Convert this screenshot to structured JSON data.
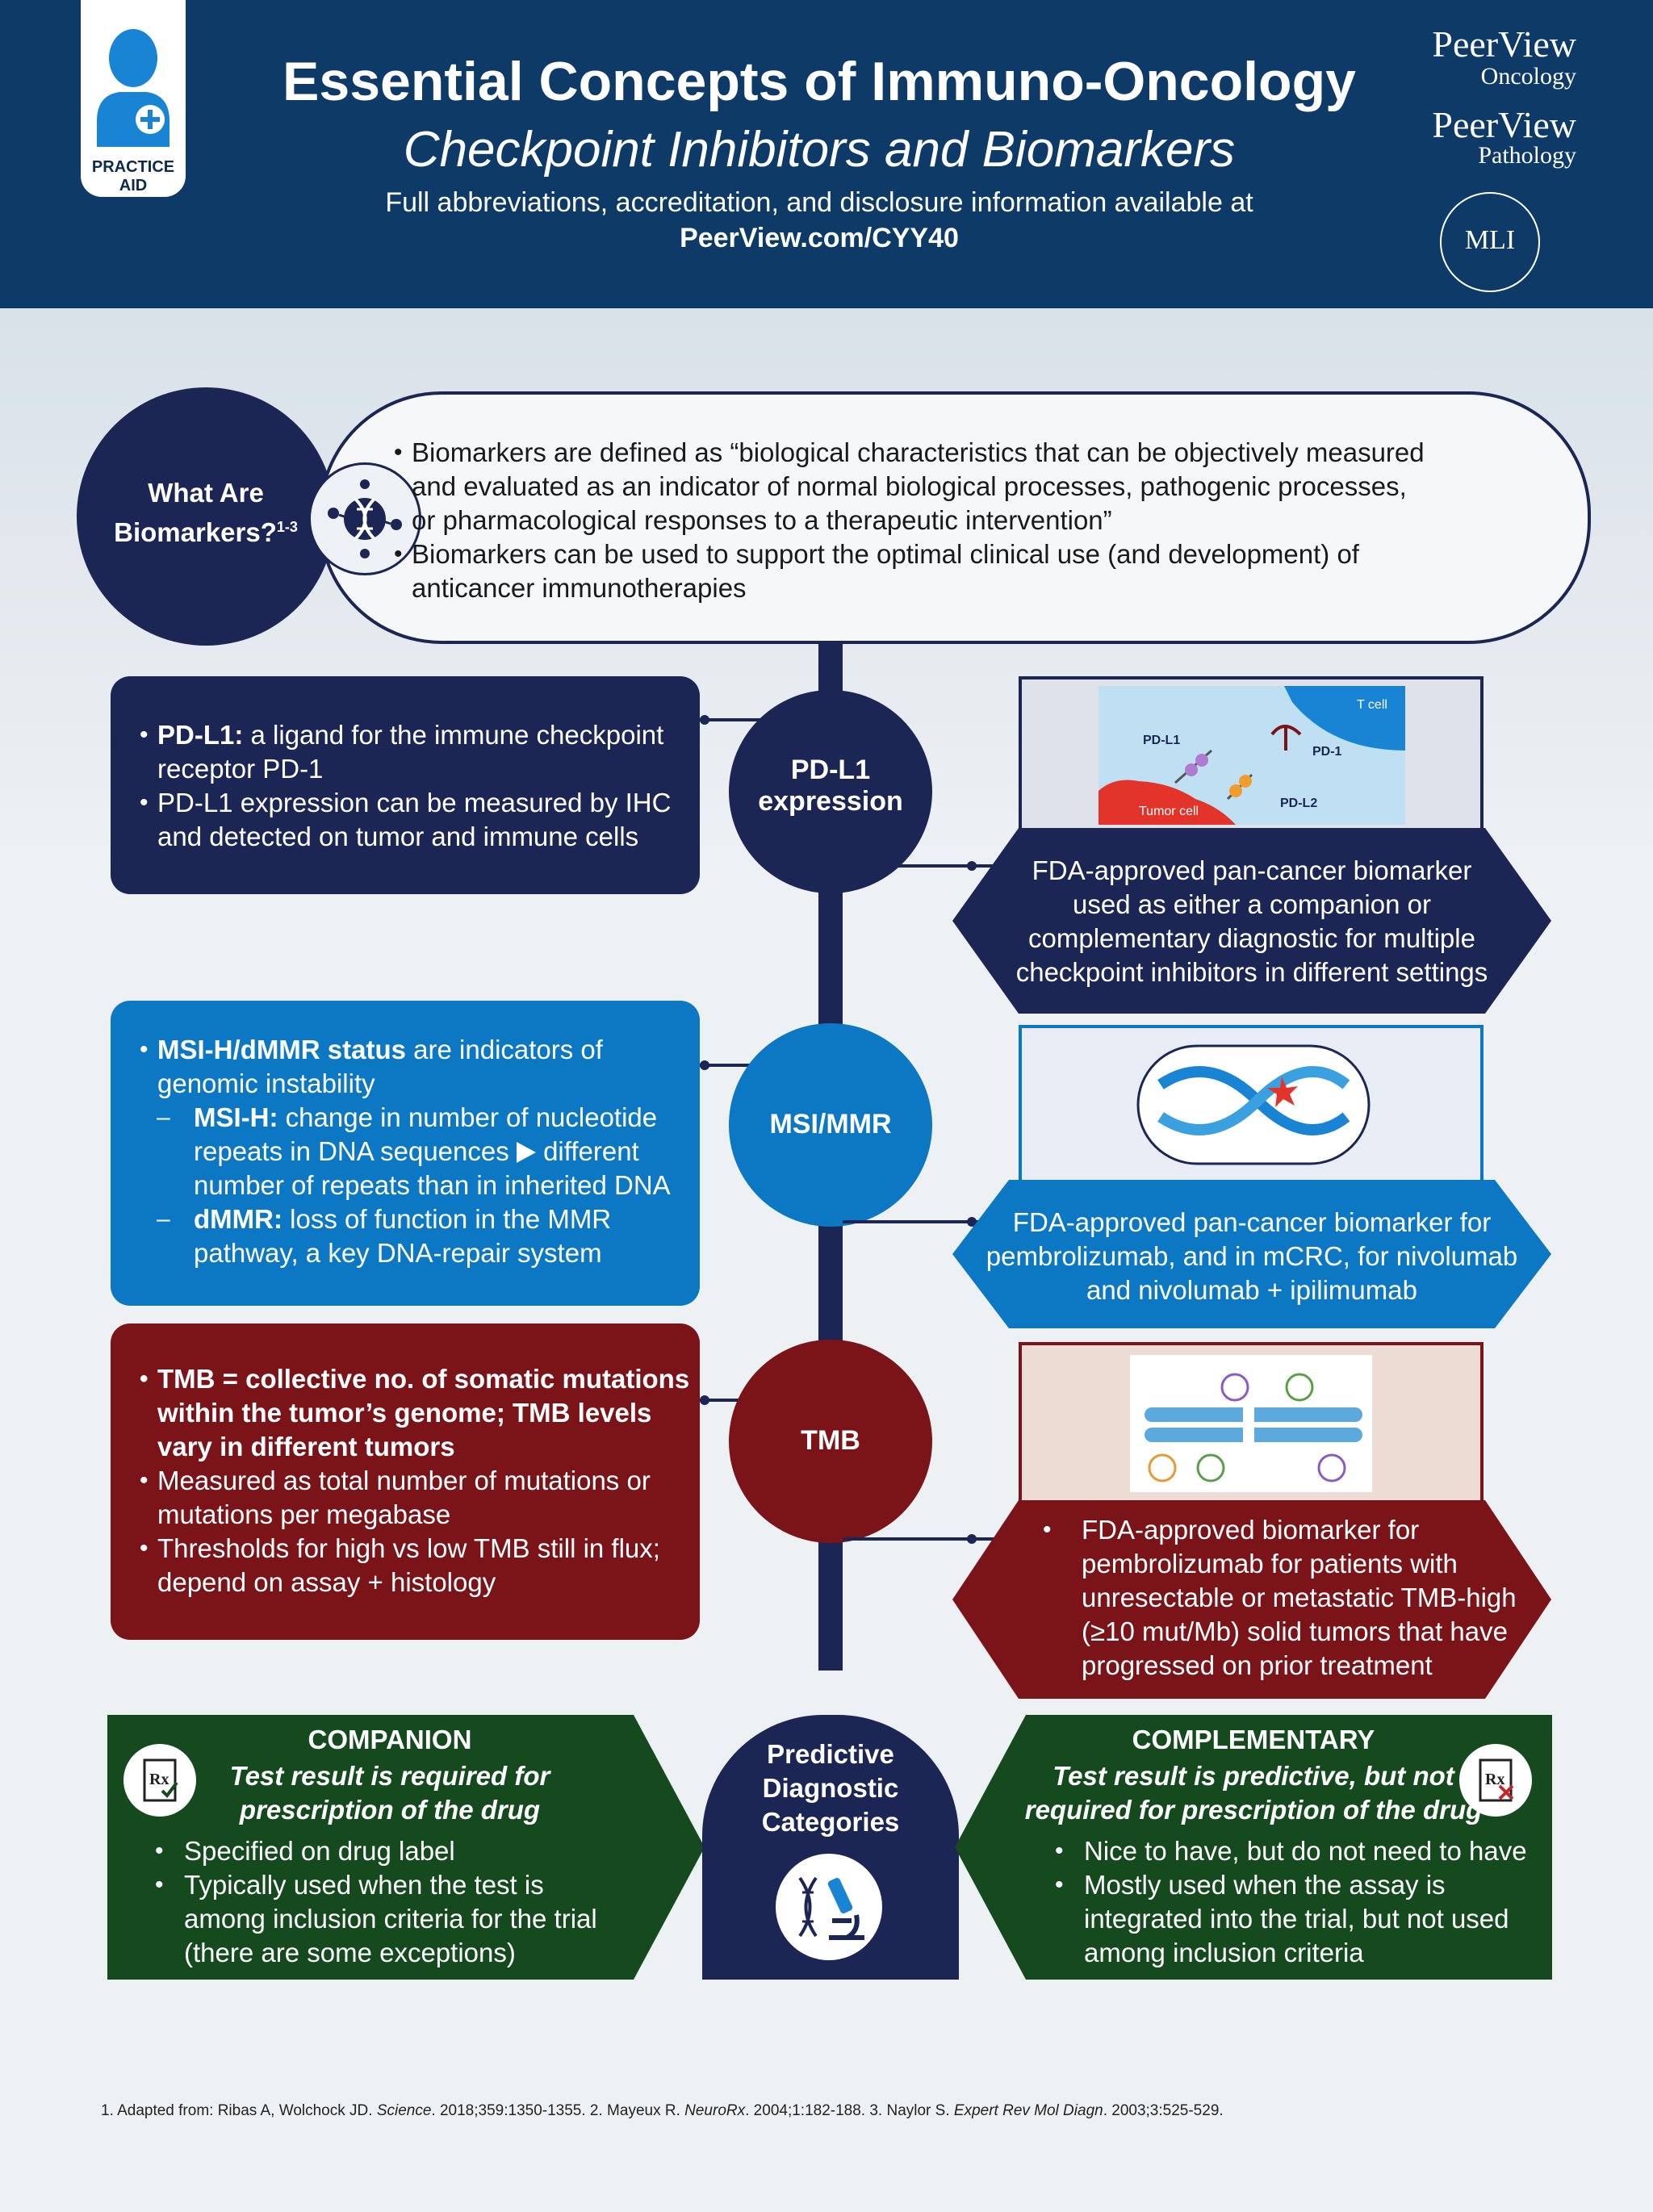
{
  "header": {
    "badge": "PRACTICE AID",
    "title": "Essential Concepts of Immuno-Oncology",
    "subtitle": "Checkpoint Inhibitors and Biomarkers",
    "info_line": "Full abbreviations, accreditation, and disclosure information available at",
    "url": "PeerView.com/CYY40",
    "logos": {
      "logo1": "PeerView",
      "logo1_sub": "Oncology",
      "logo2": "PeerView",
      "logo2_sub": "Pathology",
      "seal": "MLI"
    }
  },
  "definition": {
    "heading": "What Are Biomarkers?",
    "heading_ref": "1-3",
    "bullet1": [
      "Biomarkers are defined as “biological characteristics that can be objectively measured",
      "and evaluated as an indicator of normal biological processes, pathogenic processes,",
      "or pharmacological responses to a therapeutic intervention”"
    ],
    "bullet2": [
      "Biomarkers can be used to support the optimal clinical use (and development) of",
      "anticancer immunotherapies"
    ]
  },
  "pdl1": {
    "circle": [
      "PD-L1",
      "expression"
    ],
    "b1_bold": "PD-L1:",
    "b1_rest": "a ligand for the immune checkpoint",
    "b1_line2": "receptor PD-1",
    "b2_line1": "PD-L1 expression can be measured by IHC",
    "b2_line2": "and detected on tumor and immune cells",
    "image_labels": {
      "tcell": "T cell",
      "pdl1": "PD-L1",
      "pd1": "PD-1",
      "pdl2": "PD-L2",
      "tumor": "Tumor cell"
    },
    "fda": [
      "FDA-approved pan-cancer biomarker",
      "used as either a companion or",
      "complementary diagnostic for multiple",
      "checkpoint inhibitors in different settings"
    ],
    "colors": {
      "box": "#1c2654"
    }
  },
  "msi": {
    "circle": "MSI/MMR",
    "b1_bold": "MSI-H/dMMR status",
    "b1_rest": "are indicators of",
    "b1_line2": "genomic instability",
    "s1_bold": "MSI-H:",
    "s1_rest": "change in number of nucleotide",
    "s1_line2_a": "repeats in DNA sequences",
    "s1_line2_b": "different",
    "s1_line3": "number of repeats than in inherited DNA",
    "s2_bold": "dMMR:",
    "s2_rest": "loss of function in the MMR",
    "s2_line2": "pathway, a key DNA-repair  system",
    "fda": [
      "FDA-approved pan-cancer biomarker for",
      "pembrolizumab, and in mCRC, for nivolumab",
      "and nivolumab + ipilimumab"
    ],
    "colors": {
      "box": "#0c78c4"
    }
  },
  "tmb": {
    "circle": "TMB",
    "b1": [
      "TMB = collective no. of somatic mutations",
      "within the tumor’s genome; TMB levels",
      "vary in different tumors"
    ],
    "b2": [
      "Measured as total number of mutations or",
      "mutations per megabase"
    ],
    "b3": [
      "Thresholds for high vs low TMB still in flux;",
      "depend on assay + histology"
    ],
    "fda": [
      "FDA-approved biomarker for",
      "pembrolizumab for patients with",
      "unresectable or metastatic TMB-high",
      "(≥10 mut/Mb) solid tumors that have",
      "progressed on prior treatment"
    ],
    "colors": {
      "box": "#7a1418"
    }
  },
  "categories": {
    "center": [
      "Predictive",
      "Diagnostic",
      "Categories"
    ],
    "companion": {
      "title": "COMPANION",
      "subtitle": [
        "Test result is required for",
        "prescription of the drug"
      ],
      "b1": "Specified on drug label",
      "b2": [
        "Typically used when the test is",
        "among inclusion criteria for the trial",
        "(there are some exceptions)"
      ]
    },
    "complementary": {
      "title": "COMPLEMENTARY",
      "subtitle": [
        "Test result is predictive, but not",
        "required for prescription of the drug"
      ],
      "b1": "Nice to have, but do not need to have",
      "b2": [
        "Mostly used when the assay is",
        "integrated into the trial, but not used",
        "among inclusion criteria"
      ]
    },
    "colors": {
      "box": "#154a1e"
    }
  },
  "footnote": {
    "a": "1. Adapted from: Ribas A, Wolchock JD. ",
    "a_i": "Science",
    "b": ". 2018;359:1350-1355. 2. Mayeux R. ",
    "b_i": "NeuroRx",
    "c": ". 2004;1:182-188. 3. Naylor S. ",
    "c_i": "Expert Rev Mol Diagn",
    "d": ". 2003;3:525-529."
  }
}
